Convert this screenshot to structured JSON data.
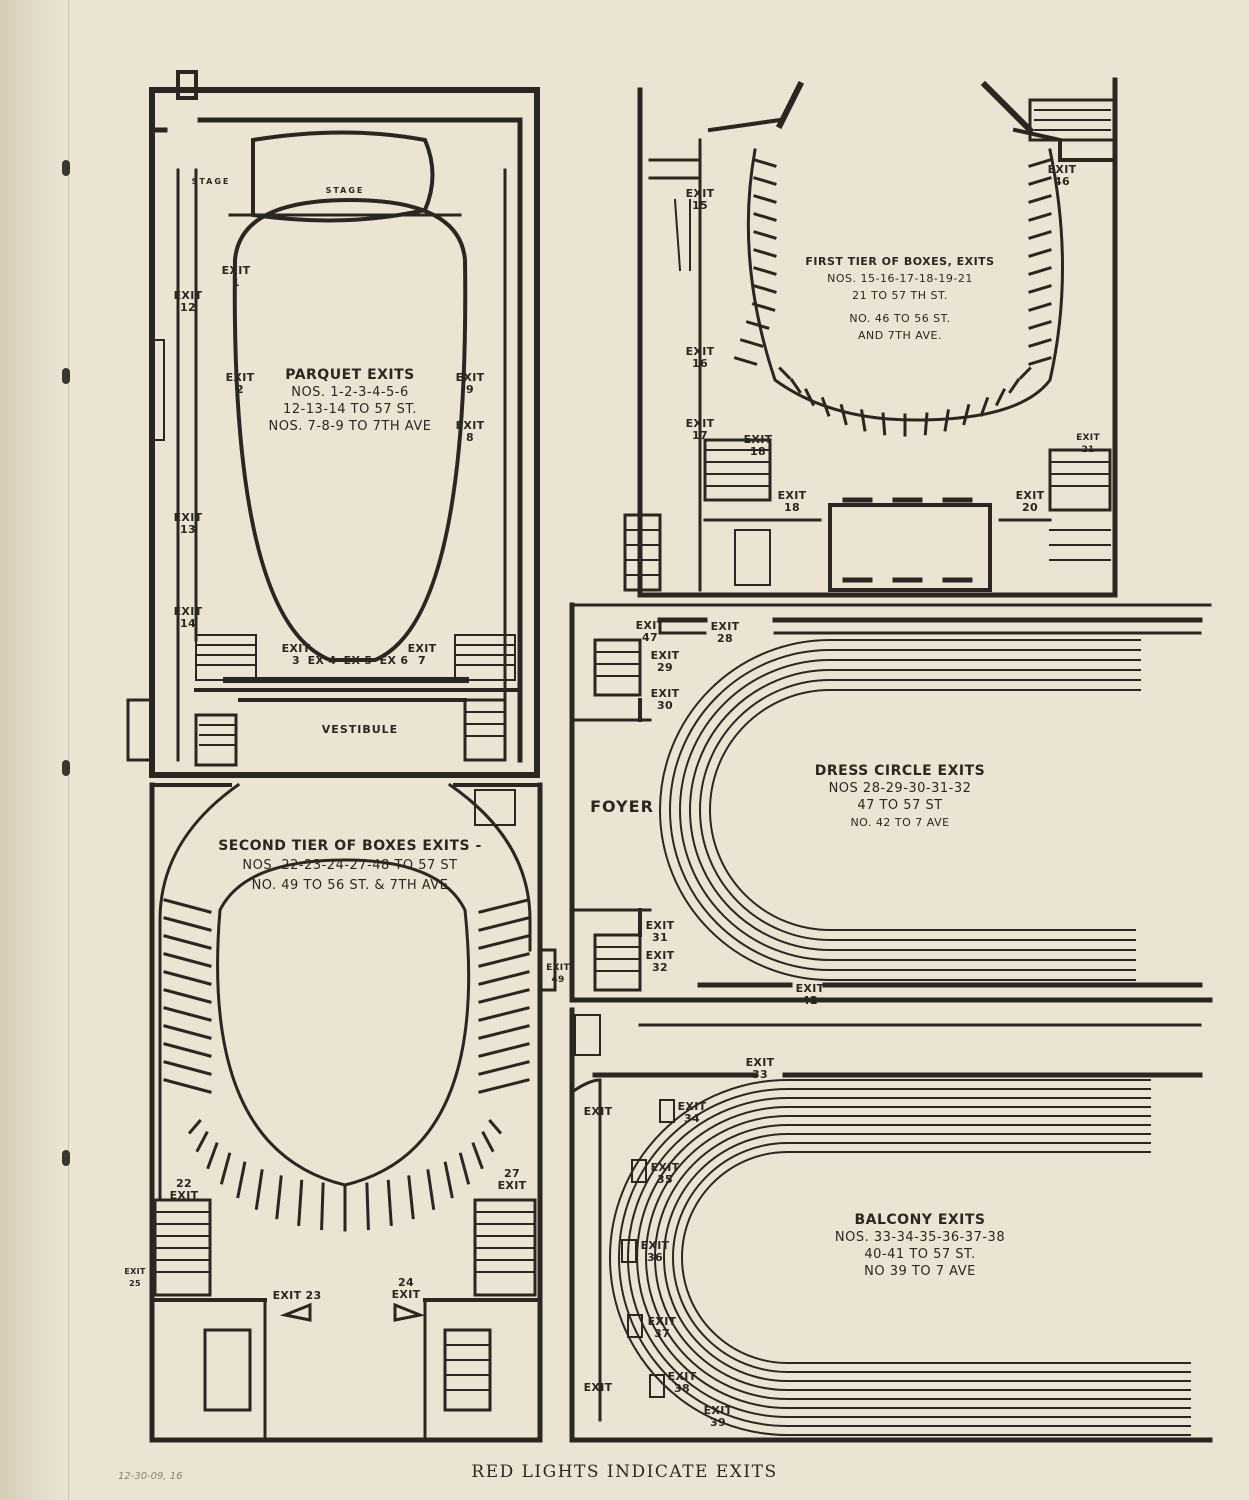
{
  "stage_label": "STAGE",
  "parquet": {
    "title": "PARQUET EXITS",
    "line1": "NOS. 1-2-3-4-5-6",
    "line2": "12-13-14 TO 57 ST.",
    "line3": "NOS. 7-8-9 TO 7TH AVE",
    "vestibule": "VESTIBULE",
    "exits": {
      "e1": "EXIT 1",
      "e2": "EXIT 2",
      "e3": "EXIT 3",
      "e4": "EX 4",
      "e5": "EX 5",
      "e6": "EX 6",
      "e7": "EXIT 7",
      "e8": "EXIT 8",
      "e9": "EXIT 9",
      "e12": "EXIT 12",
      "e13": "EXIT 13",
      "e14": "EXIT 14"
    }
  },
  "first_tier": {
    "title": "FIRST TIER OF BOXES, EXITS",
    "line1": "NOS. 15-16-17-18-19-21",
    "line2": "21 TO 57 TH ST.",
    "line3": "NO. 46 TO 56 ST.",
    "line4": "AND 7TH AVE.",
    "exits": {
      "e15": "EXIT 15",
      "e16": "EXIT 16",
      "e17": "EXIT 17",
      "e18a": "EXIT 18",
      "e18b": "EXIT 18",
      "e20": "EXIT 20",
      "e46": "EXIT 46",
      "e21": "EXIT 21"
    }
  },
  "dress_circle": {
    "title": "DRESS CIRCLE EXITS",
    "line1": "NOS 28-29-30-31-32",
    "line2": "47 TO 57 ST",
    "line3": "NO. 42 TO 7 AVE",
    "foyer": "FOYER",
    "exits": {
      "e47": "EXIT 47",
      "e28": "EXIT 28",
      "e29": "EXIT 29",
      "e30": "EXIT 30",
      "e31": "EXIT 31",
      "e32": "EXIT 32",
      "e42": "EXIT 42"
    }
  },
  "second_tier": {
    "title": "SECOND TIER OF BOXES EXITS -",
    "line1": "NOS. 22-23-24-27-48 TO 57 ST",
    "line2": "NO. 49 TO 56 ST. & 7TH AVE",
    "exits": {
      "e22": "22 EXIT",
      "e27": "27 EXIT",
      "e23": "EXIT 23",
      "e24": "24 EXIT",
      "e49": "EXIT 49",
      "e25": "EXIT 25"
    }
  },
  "balcony": {
    "title": "BALCONY EXITS",
    "line1": "NOS. 33-34-35-36-37-38",
    "line2": "40-41 TO 57 ST.",
    "line3": "NO 39 TO 7 AVE",
    "exits": {
      "e33": "EXIT 33",
      "e34": "EXIT 34",
      "e35": "EXIT 35",
      "e36": "EXIT 36",
      "e37": "EXIT 37",
      "e38": "EXIT 38",
      "e39": "EXIT 39",
      "e40": "EXIT",
      "e41": "EXIT"
    }
  },
  "footer": "RED LIGHTS INDICATE EXITS",
  "archive_note": "12-30-09, 16"
}
